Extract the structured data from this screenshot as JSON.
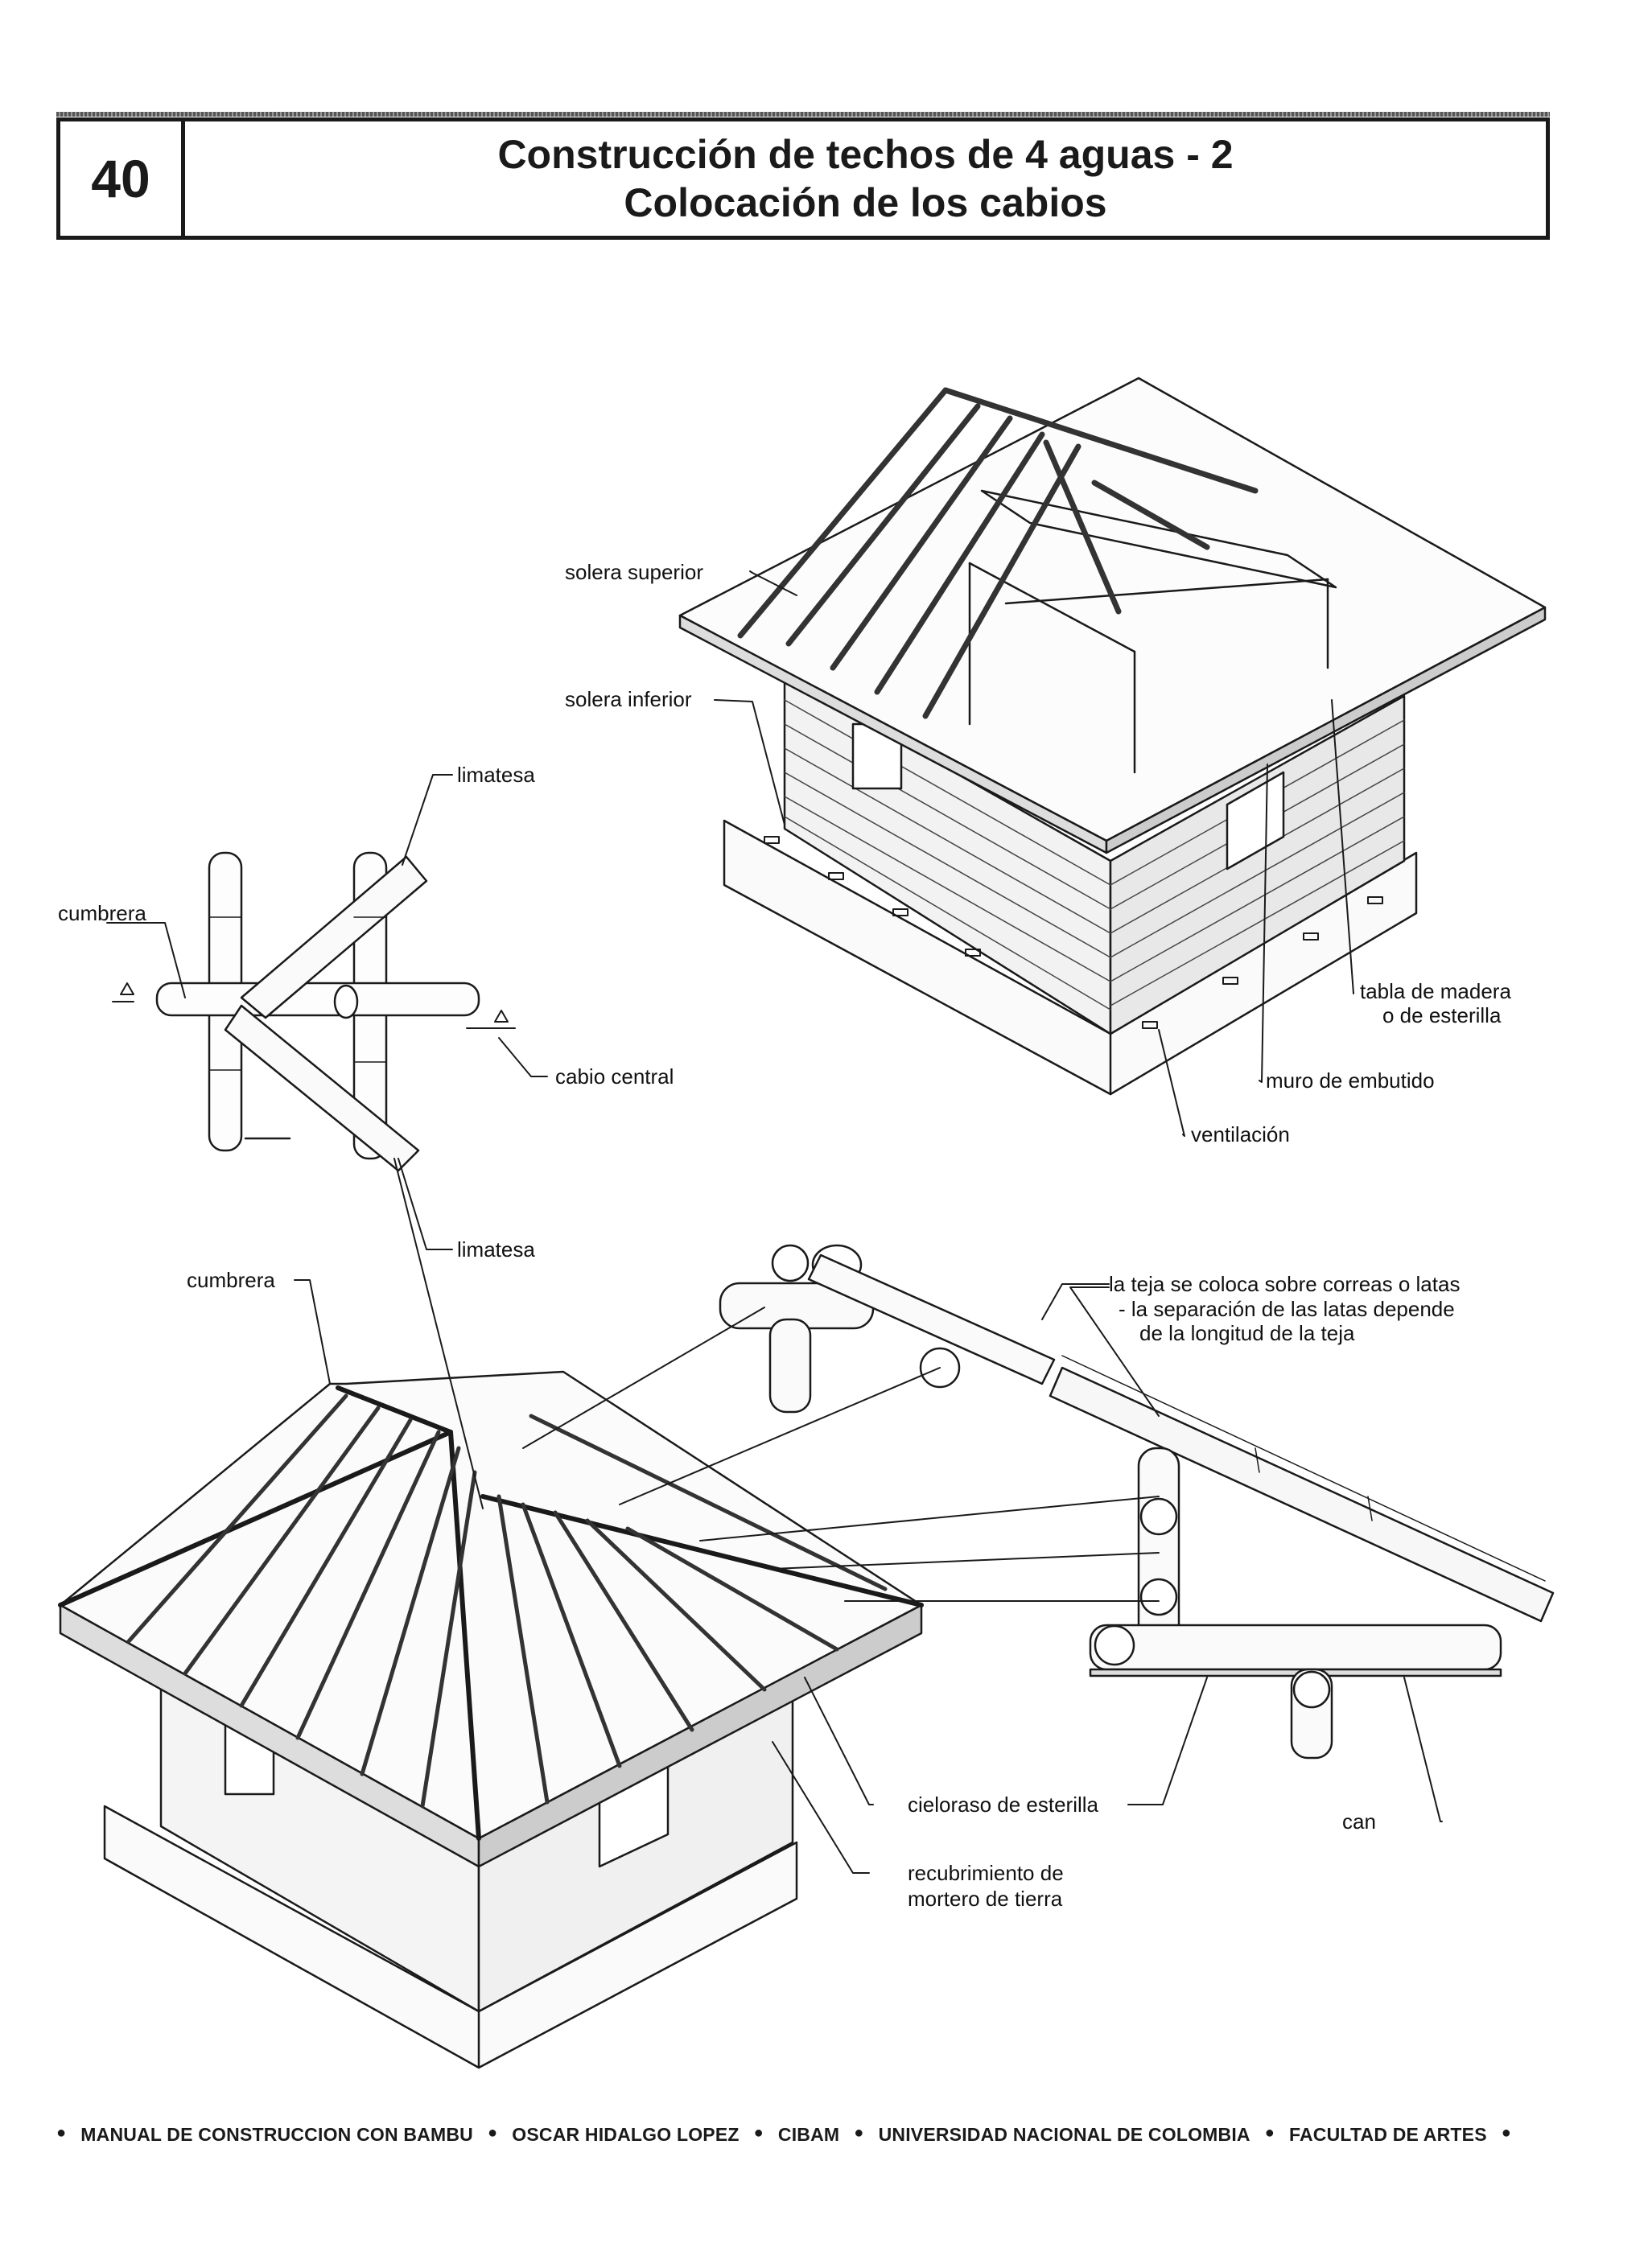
{
  "header": {
    "page_number": "40",
    "title_line1": "Construcción de techos de 4 aguas - 2",
    "title_line2": "Colocación de los cabios"
  },
  "labels": {
    "solera_superior": "solera superior",
    "solera_inferior": "solera inferior",
    "tabla_madera_1": "tabla de madera",
    "tabla_madera_2": "o de esterilla",
    "muro_embutido": "muro de embutido",
    "ventilacion": "ventilación",
    "limatesa_top": "limatesa",
    "cumbrera_top": "cumbrera",
    "cabio_central": "cabio central",
    "limatesa_mid": "limatesa",
    "cumbrera_mid": "cumbrera",
    "teja_1": "la teja se coloca sobre correas o latas",
    "teja_2": "- la separación de las latas depende",
    "teja_3": "de la longitud de la teja",
    "cieloraso": "cieloraso de esterilla",
    "can": "can",
    "recubrimiento_1": "recubrimiento de",
    "recubrimiento_2": "mortero de tierra"
  },
  "footer": {
    "items": [
      "MANUAL DE CONSTRUCCION CON BAMBU",
      "OSCAR HIDALGO LOPEZ",
      "CIBAM",
      "UNIVERSIDAD NACIONAL DE COLOMBIA",
      "FACULTAD DE ARTES"
    ]
  }
}
